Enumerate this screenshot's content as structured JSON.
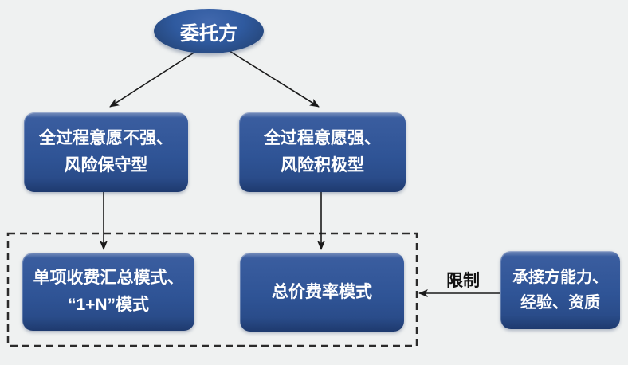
{
  "diagram": {
    "title_hint": "fee-mode decision flowchart",
    "client_node": {
      "label": "委托方"
    },
    "branch_conservative": {
      "line1": "全过程意愿不强、",
      "line2": "风险保守型"
    },
    "branch_aggressive": {
      "line1": "全过程意愿强、",
      "line2": "风险积极型"
    },
    "mode_itemized": {
      "line1": "单项收费汇总模式、",
      "line2": "“1+N”模式"
    },
    "mode_lumpsum": {
      "label": "总价费率模式"
    },
    "contractor_node": {
      "line1": "承接方能力、",
      "line2": "经验、资质"
    },
    "constraint_arrow_label": "限制",
    "colors": {
      "node_fill": "#2F5496",
      "node_fill_dark": "#1E3A6E",
      "node_highlight": "#7A90BD",
      "node_text": "#FFFFFF",
      "arrow": "#1A1A1A",
      "dashed_frame": "#2B2B2B",
      "background": "#EFF1F1"
    }
  }
}
